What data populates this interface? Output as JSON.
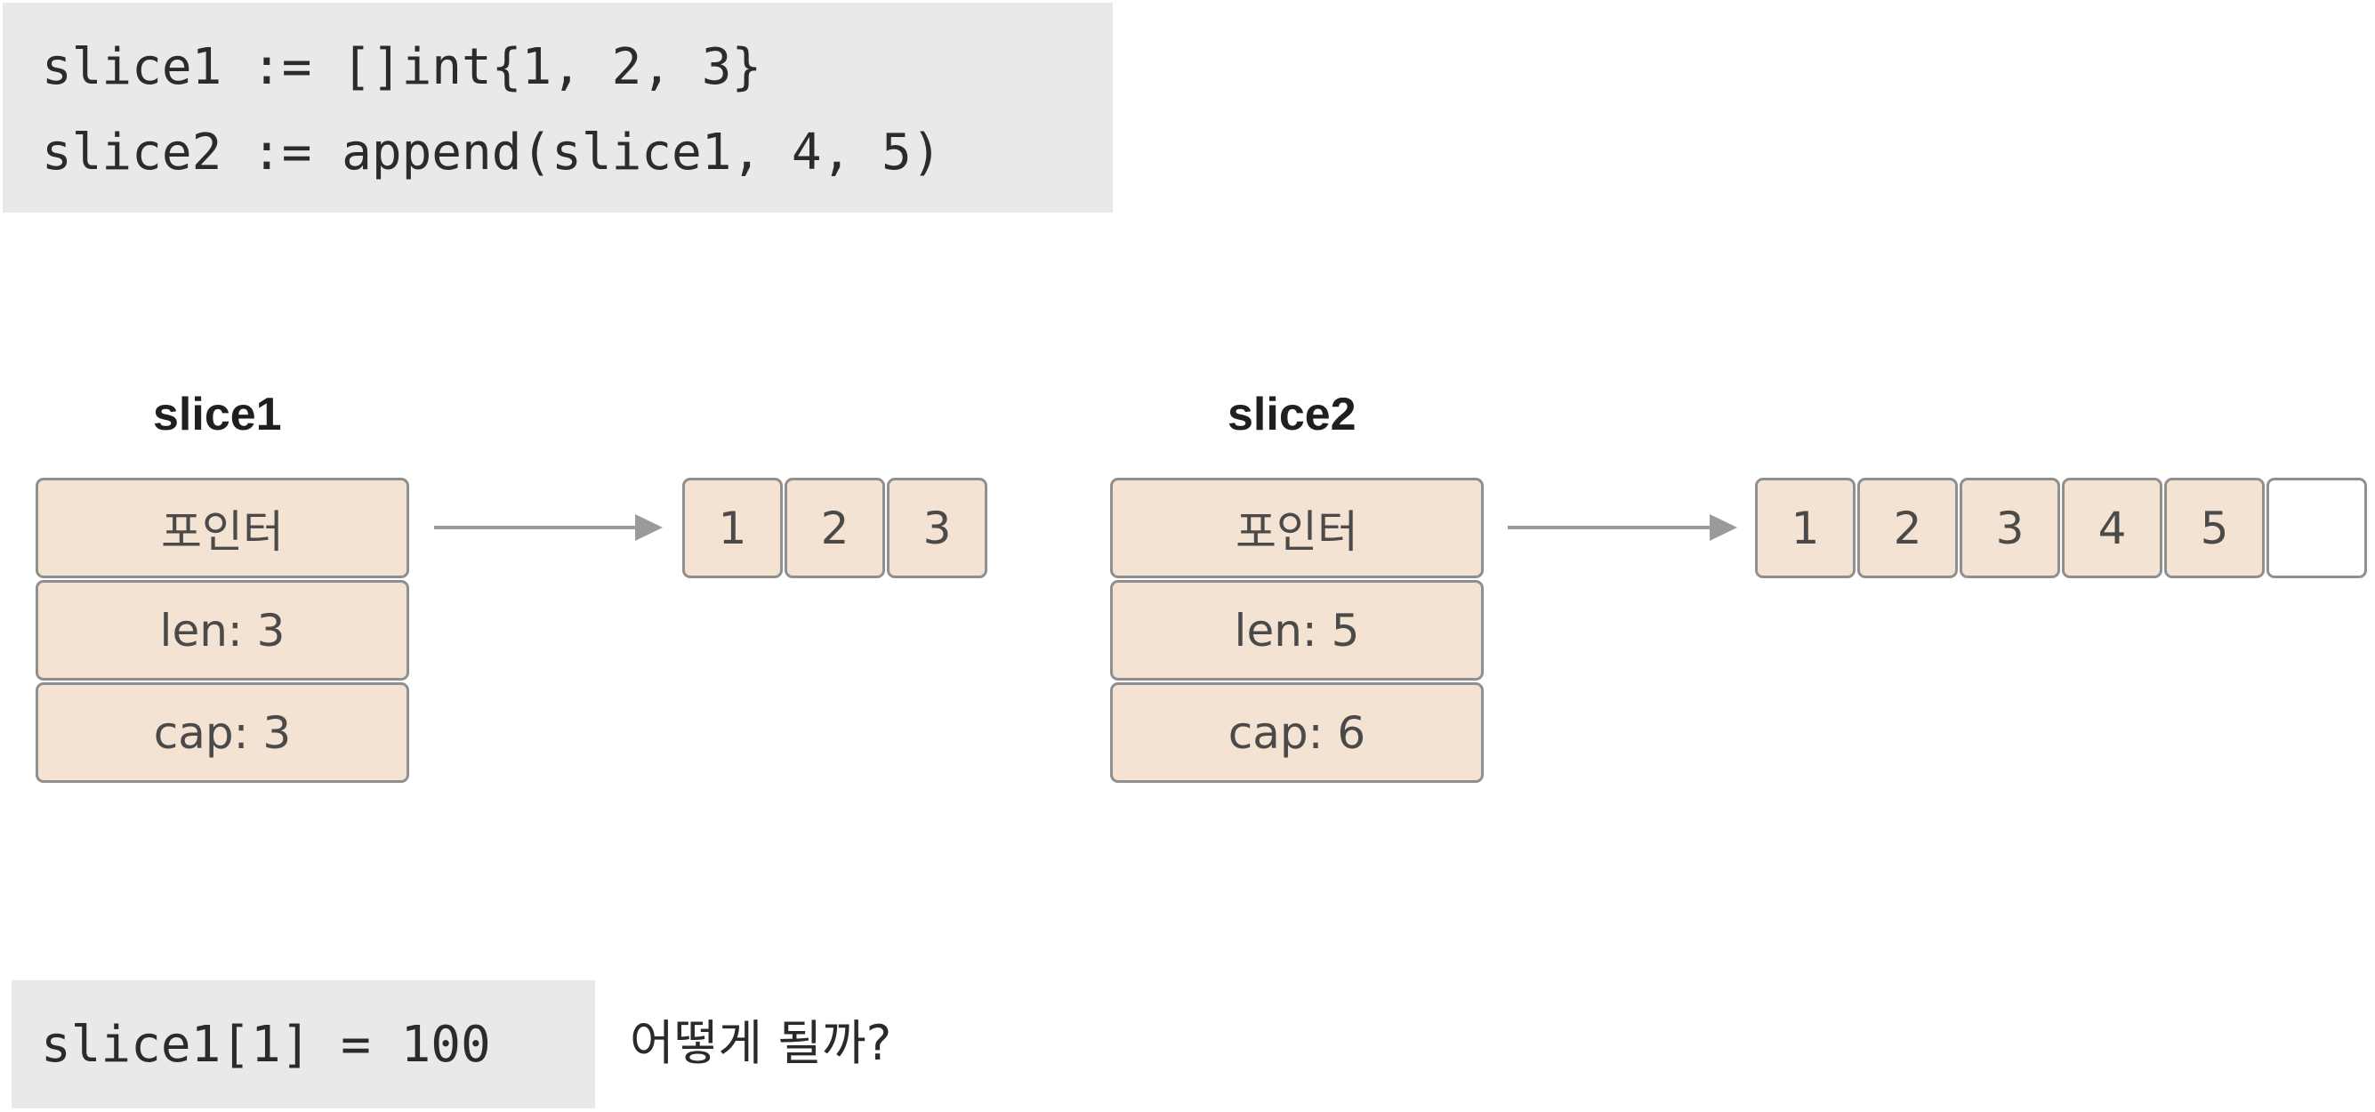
{
  "code_top": {
    "line1": "slice1 := []int{1, 2, 3}",
    "line2": "slice2 := append(slice1, 4, 5)"
  },
  "slice1": {
    "label": "slice1",
    "pointer": "포인터",
    "len": "len: 3",
    "cap": "cap: 3",
    "array": [
      "1",
      "2",
      "3"
    ]
  },
  "slice2": {
    "label": "slice2",
    "pointer": "포인터",
    "len": "len: 5",
    "cap": "cap: 6",
    "array": [
      "1",
      "2",
      "3",
      "4",
      "5",
      ""
    ]
  },
  "code_bottom": {
    "line": "slice1[1] = 100"
  },
  "question": "어떻게 될까?",
  "colors": {
    "cell_fill": "#f4e2d2",
    "cell_border": "#8f8f8f",
    "code_bg": "#e9e9eb",
    "arrow": "#9a9a9a"
  }
}
